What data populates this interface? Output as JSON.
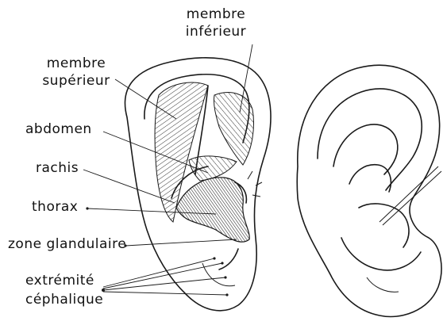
{
  "labels": {
    "membre_inferieur_line1": "membre",
    "membre_inferieur_line2": "inférieur",
    "membre_superieur_line1": "membre",
    "membre_superieur_line2": "supérieur",
    "abdomen": "abdomen",
    "rachis": "rachis",
    "thorax": "thorax",
    "zone_glandulaire": "zone glandulaire",
    "extremite_line1": "extrémité",
    "extremite_line2": "céphalique"
  }
}
